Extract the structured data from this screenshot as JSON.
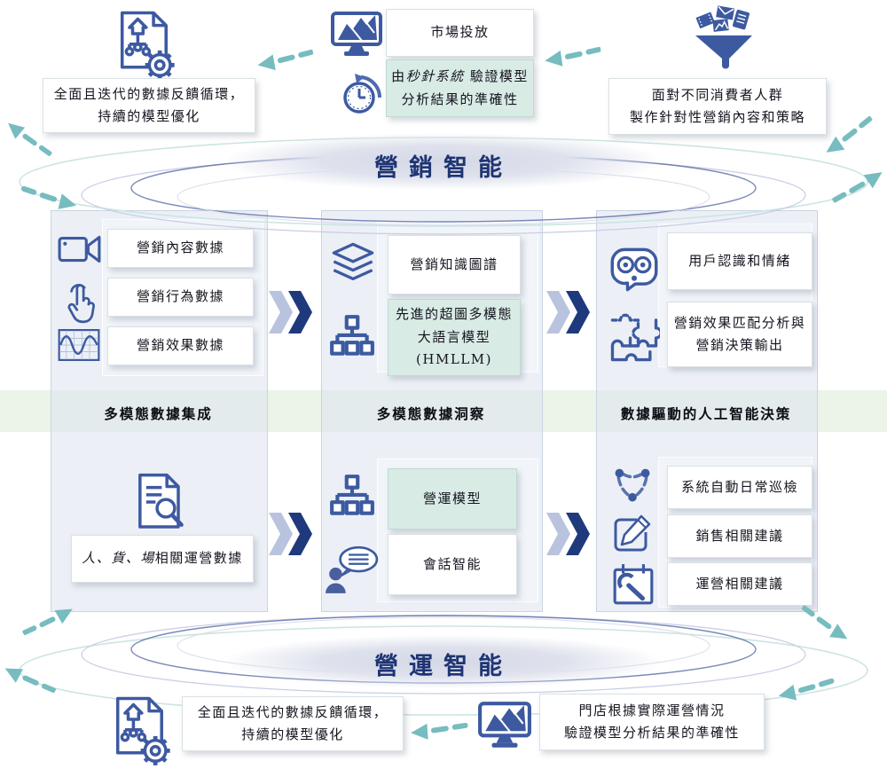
{
  "accent_colors": {
    "icon_navy": "#3d5aa1",
    "chevron_dark": "#1e3a7d",
    "chevron_light": "#b9c3de",
    "arrow_teal": "#77bcbf",
    "highlight_teal_box": "#d9ebe5",
    "band_green": "#ecf3e8",
    "title_navy": "#1e3473"
  },
  "bands": {
    "marketing_title": "營銷智能",
    "operations_title": "營運智能"
  },
  "top_section": {
    "feedback_icon": "document-flow-gear-icon",
    "feedback_note": {
      "line1": "全面且迭代的數據反饋循環，",
      "line2": "持續的模型優化"
    },
    "market_icon": "monitor-chart-icon",
    "market_box": "市場投放",
    "validation_icon": "clock-rotate-icon",
    "validation_box": {
      "seg1": "由",
      "seg2_italic": "秒針系統",
      "seg3": " 驗證模型",
      "line2": "分析結果的準確性"
    },
    "audience_icon": "funnel-media-icon",
    "audience_note": {
      "line1": "面對不同消費者人群",
      "line2": "製作針對性營銷內容和策略"
    }
  },
  "columns": [
    {
      "label": "多模態數據集成",
      "top_items": [
        {
          "icon": "video-camera-icon",
          "text": "營銷內容數據"
        },
        {
          "icon": "click-hand-icon",
          "text": "營銷行為數據"
        },
        {
          "icon": "waveform-icon",
          "text": "營銷效果數據"
        }
      ],
      "bottom_items": [
        {
          "icon": "document-search-icon",
          "seg1_italic": "人、貨、場",
          "seg2": "相關運營數據"
        }
      ]
    },
    {
      "label": "多模態數據洞察",
      "top_items": [
        {
          "icon": "layers-icon",
          "text": "營銷知識圖譜"
        },
        {
          "icon": "hierarchy-icon",
          "line1": "先進的超圖多模態",
          "line2": "大語言模型",
          "line3": "(HMLLM)"
        }
      ],
      "bottom_items": [
        {
          "icon": "hierarchy-icon",
          "text": "營運模型"
        },
        {
          "icon": "person-chat-icon",
          "text": "會話智能"
        }
      ]
    },
    {
      "label": "數據驅動的人工智能決策",
      "top_items": [
        {
          "icon": "face-emotion-icon",
          "text": "用戶認識和情緒"
        },
        {
          "icon": "puzzle-icon",
          "line1": "營銷效果匹配分析與",
          "line2": "營銷決策輸出"
        }
      ],
      "bottom_items": [
        {
          "icon": "network-dots-icon",
          "text": "系統自動日常巡檢"
        },
        {
          "icon": "pencil-edit-icon",
          "text": "銷售相關建議"
        },
        {
          "icon": "calendar-wrench-icon",
          "text": "運營相關建議"
        }
      ]
    }
  ],
  "bottom_section": {
    "feedback_icon": "document-flow-gear-icon",
    "feedback_note": {
      "line1": "全面且迭代的數據反饋循環，",
      "line2": "持續的模型優化"
    },
    "store_icon": "monitor-chart-icon",
    "store_note": {
      "line1": "門店根據實際運營情況",
      "line2": "驗證模型分析結果的準確性"
    }
  }
}
